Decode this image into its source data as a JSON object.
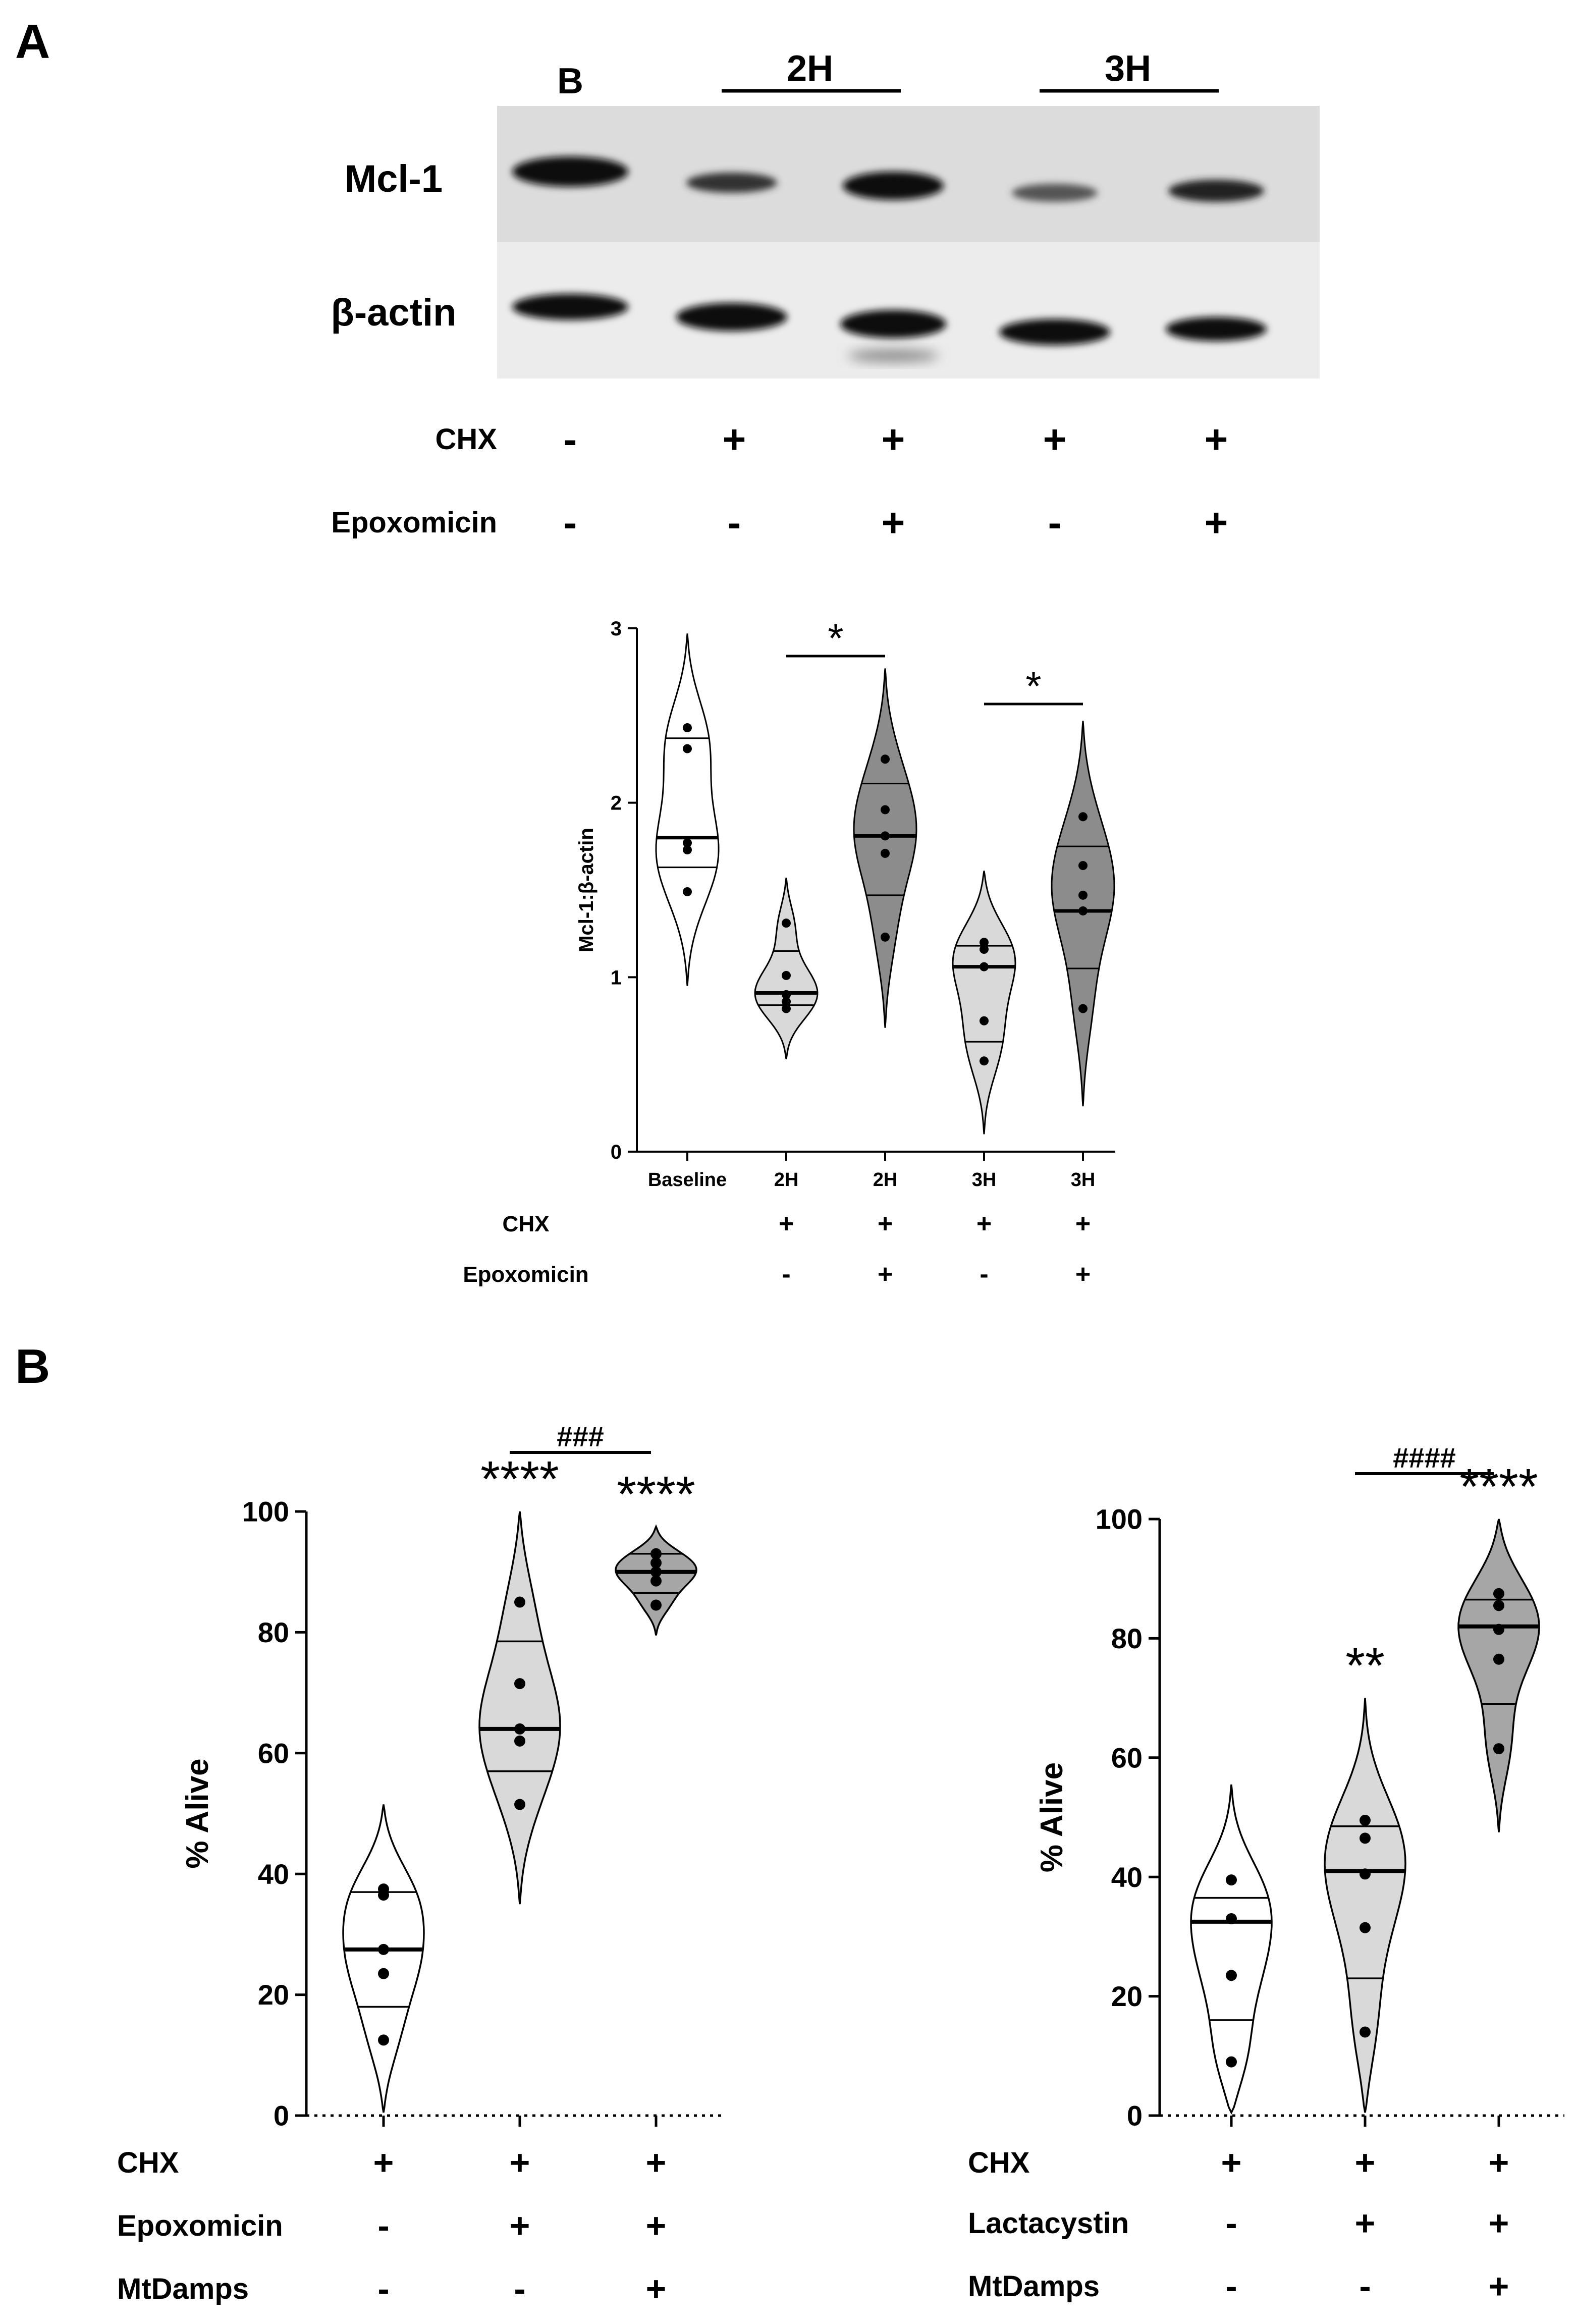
{
  "panel_a": {
    "letter": "A",
    "blot": {
      "lane_b_label": "B",
      "group_2h_label": "2H",
      "group_3h_label": "3H",
      "row1_label": "Mcl-1",
      "row2_label": "β-actin",
      "conditions": [
        {
          "name": "CHX",
          "signs": [
            "-",
            "+",
            "+",
            "+",
            "+"
          ]
        },
        {
          "name": "Epoxomicin",
          "signs": [
            "-",
            "-",
            "+",
            "-",
            "+"
          ]
        }
      ]
    },
    "chart_data": {
      "type": "violin",
      "categories": [
        "Baseline",
        "2H",
        "2H",
        "3H",
        "3H"
      ],
      "ylabel": "Mcl-1:β-actin",
      "ylim": [
        0,
        3
      ],
      "yticks": [
        "0",
        "1",
        "2",
        "3"
      ],
      "fills": [
        "#ffffff",
        "#d9d9d9",
        "#8c8c8c",
        "#d9d9d9",
        "#8c8c8c"
      ],
      "points": [
        [
          2.43,
          2.31,
          1.77,
          1.73,
          1.49
        ],
        [
          1.31,
          1.01,
          0.9,
          0.86,
          0.82
        ],
        [
          2.25,
          1.96,
          1.81,
          1.71,
          1.23
        ],
        [
          1.2,
          1.16,
          1.06,
          0.75,
          0.52
        ],
        [
          1.92,
          1.64,
          1.47,
          1.38,
          0.82
        ]
      ],
      "medians": [
        1.8,
        0.91,
        1.81,
        1.06,
        1.38
      ],
      "quartiles": [
        [
          1.63,
          2.37
        ],
        [
          0.84,
          1.15
        ],
        [
          1.47,
          2.11
        ],
        [
          0.63,
          1.18
        ],
        [
          1.05,
          1.75
        ]
      ],
      "ranges": [
        [
          0.95,
          2.97
        ],
        [
          0.53,
          1.57
        ],
        [
          0.71,
          2.77
        ],
        [
          0.1,
          1.61
        ],
        [
          0.26,
          2.47
        ]
      ],
      "significance": [
        {
          "from": 1,
          "to": 2,
          "label": "*"
        },
        {
          "from": 3,
          "to": 4,
          "label": "*"
        }
      ],
      "conditions": [
        {
          "name": "CHX",
          "signs": [
            "",
            "+",
            "+",
            "+",
            "+"
          ]
        },
        {
          "name": "Epoxomicin",
          "signs": [
            "",
            "-",
            "+",
            "-",
            "+"
          ]
        }
      ]
    }
  },
  "panel_b": {
    "letter": "B",
    "chart_data": [
      {
        "type": "violin",
        "ylabel": "% Alive",
        "ylim": [
          0,
          100
        ],
        "yticks": [
          "0",
          "20",
          "40",
          "60",
          "80",
          "100"
        ],
        "fills": [
          "#ffffff",
          "#d9d9d9",
          "#a6a6a6"
        ],
        "points": [
          [
            37.5,
            36.5,
            27.5,
            23.5,
            12.5
          ],
          [
            85.0,
            71.5,
            64.0,
            62.0,
            51.5
          ],
          [
            93.0,
            91.5,
            90.0,
            88.5,
            84.5
          ]
        ],
        "medians": [
          27.5,
          64.0,
          90.0
        ],
        "quartiles": [
          [
            18.0,
            37.0
          ],
          [
            57.0,
            78.5
          ],
          [
            86.5,
            93.0
          ]
        ],
        "ranges": [
          [
            0.5,
            51.5
          ],
          [
            35.0,
            100.0
          ],
          [
            79.5,
            97.5
          ]
        ],
        "stars": [
          "",
          "****",
          "****"
        ],
        "hash": {
          "from": 1,
          "to": 2,
          "label": "###"
        },
        "conditions": [
          {
            "name": "CHX",
            "signs": [
              "+",
              "+",
              "+"
            ]
          },
          {
            "name": "Epoxomicin",
            "signs": [
              "-",
              "+",
              "+"
            ]
          },
          {
            "name": "MtDamps",
            "signs": [
              "-",
              "-",
              "+"
            ]
          }
        ]
      },
      {
        "type": "violin",
        "ylabel": "% Alive",
        "ylim": [
          0,
          100
        ],
        "yticks": [
          "0",
          "20",
          "40",
          "60",
          "80",
          "100"
        ],
        "fills": [
          "#ffffff",
          "#d9d9d9",
          "#a6a6a6"
        ],
        "points": [
          [
            39.5,
            33.0,
            23.5,
            9.0
          ],
          [
            49.5,
            46.5,
            40.5,
            31.5,
            14.0
          ],
          [
            87.5,
            85.5,
            81.5,
            76.5,
            61.5
          ]
        ],
        "medians": [
          32.5,
          41.0,
          82.0
        ],
        "quartiles": [
          [
            16.0,
            36.5
          ],
          [
            23.0,
            48.5
          ],
          [
            69.0,
            86.5
          ]
        ],
        "ranges": [
          [
            0.5,
            55.5
          ],
          [
            0.5,
            70.0
          ],
          [
            47.5,
            100.0
          ]
        ],
        "stars": [
          "",
          "**",
          "****"
        ],
        "hash": {
          "from": 1,
          "to": 2,
          "label": "####"
        },
        "conditions": [
          {
            "name": "CHX",
            "signs": [
              "+",
              "+",
              "+"
            ]
          },
          {
            "name": "Lactacystin",
            "signs": [
              "-",
              "+",
              "+"
            ]
          },
          {
            "name": "MtDamps",
            "signs": [
              "-",
              "-",
              "+"
            ]
          }
        ]
      }
    ]
  }
}
